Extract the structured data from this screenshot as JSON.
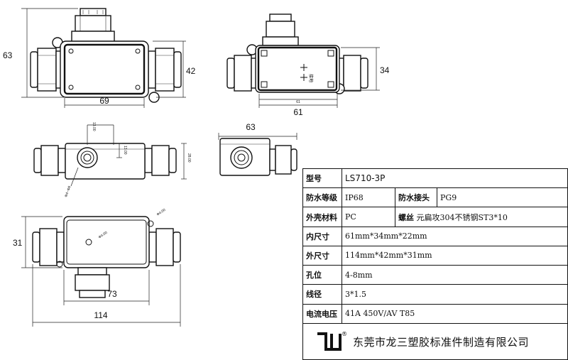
{
  "dimensions": {
    "top_left": {
      "width": "69",
      "height": "63",
      "body_height": "42"
    },
    "top_right": {
      "width": "61",
      "height": "34",
      "small_width": "61"
    },
    "middle_left": {
      "small_a": "13.00",
      "small_b": "13.00",
      "small_c": "28.00",
      "diameter": "Φ4~Φ8"
    },
    "middle_right": {
      "width": "63"
    },
    "bottom_left": {
      "height": "31",
      "inner_width": "73",
      "total_width": "114",
      "hole": "Φ4.00",
      "hole_b": "Φ4.00"
    }
  },
  "pcb_label": "接地",
  "spec": {
    "model_label": "型号",
    "model_value": "LS710-3P",
    "ip_label": "防水等级",
    "ip_value": "IP68",
    "gland_label": "防水接头",
    "gland_value": "PG9",
    "material_label": "外壳材料",
    "material_value": "PC",
    "screw_label": "螺丝",
    "screw_value": "元扁攻304不锈钢ST3*10",
    "inner_label": "内尺寸",
    "inner_value": "61mm*34mm*22mm",
    "outer_label": "外尺寸",
    "outer_value": "114mm*42mm*31mm",
    "hole_label": "孔位",
    "hole_value": "4-8mm",
    "wire_label": "线径",
    "wire_value": "3*1.5",
    "current_label": "电流电压",
    "current_value": "41A 450V/AV T85",
    "company": "东莞市龙三塑胶标准件制造有限公司",
    "logo_mark": "®"
  }
}
